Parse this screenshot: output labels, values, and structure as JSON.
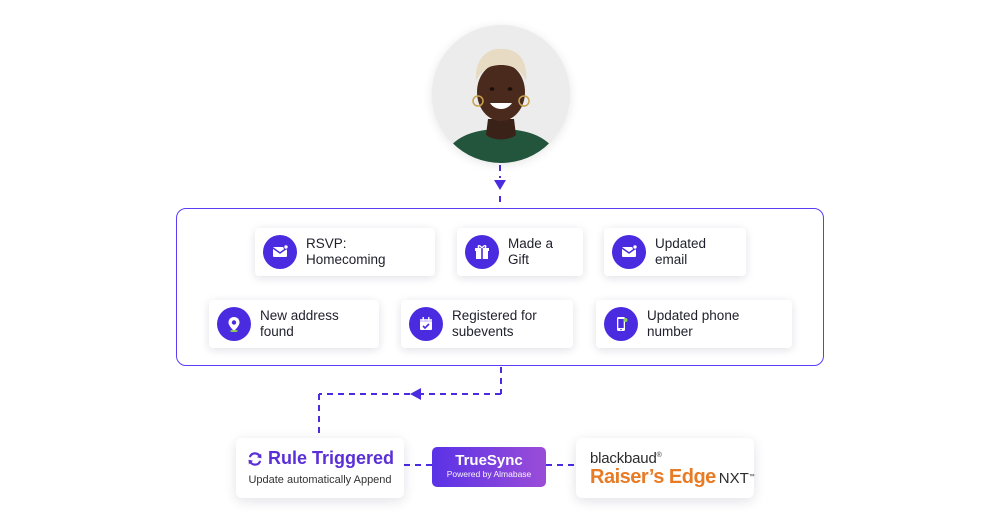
{
  "profile": {
    "photo": "smiling-person-photo"
  },
  "events": [
    {
      "label": "RSVP: Homecoming",
      "icon": "email-icon"
    },
    {
      "label": "Made a Gift",
      "icon": "gift-icon"
    },
    {
      "label": "Updated email",
      "icon": "email-update-icon"
    },
    {
      "label": "New address found",
      "icon": "location-pin-icon"
    },
    {
      "label": "Registered for subevents",
      "icon": "calendar-icon"
    },
    {
      "label": "Updated phone number",
      "icon": "phone-icon"
    }
  ],
  "rule": {
    "title": "Rule Triggered",
    "subtitle": "Update automatically Append",
    "icon": "sync-icon"
  },
  "truesync": {
    "title": "TrueSync",
    "subtitle": "Powered by Almabase"
  },
  "destination": {
    "brand": "blackbaud",
    "brand_mark": "®",
    "product": "Raiser’s Edge",
    "edition": "NXT",
    "trademark": "™"
  },
  "colors": {
    "accent": "#4a2be0",
    "rule_text": "#5b2fd6",
    "raisers_edge_orange": "#e77b26"
  }
}
